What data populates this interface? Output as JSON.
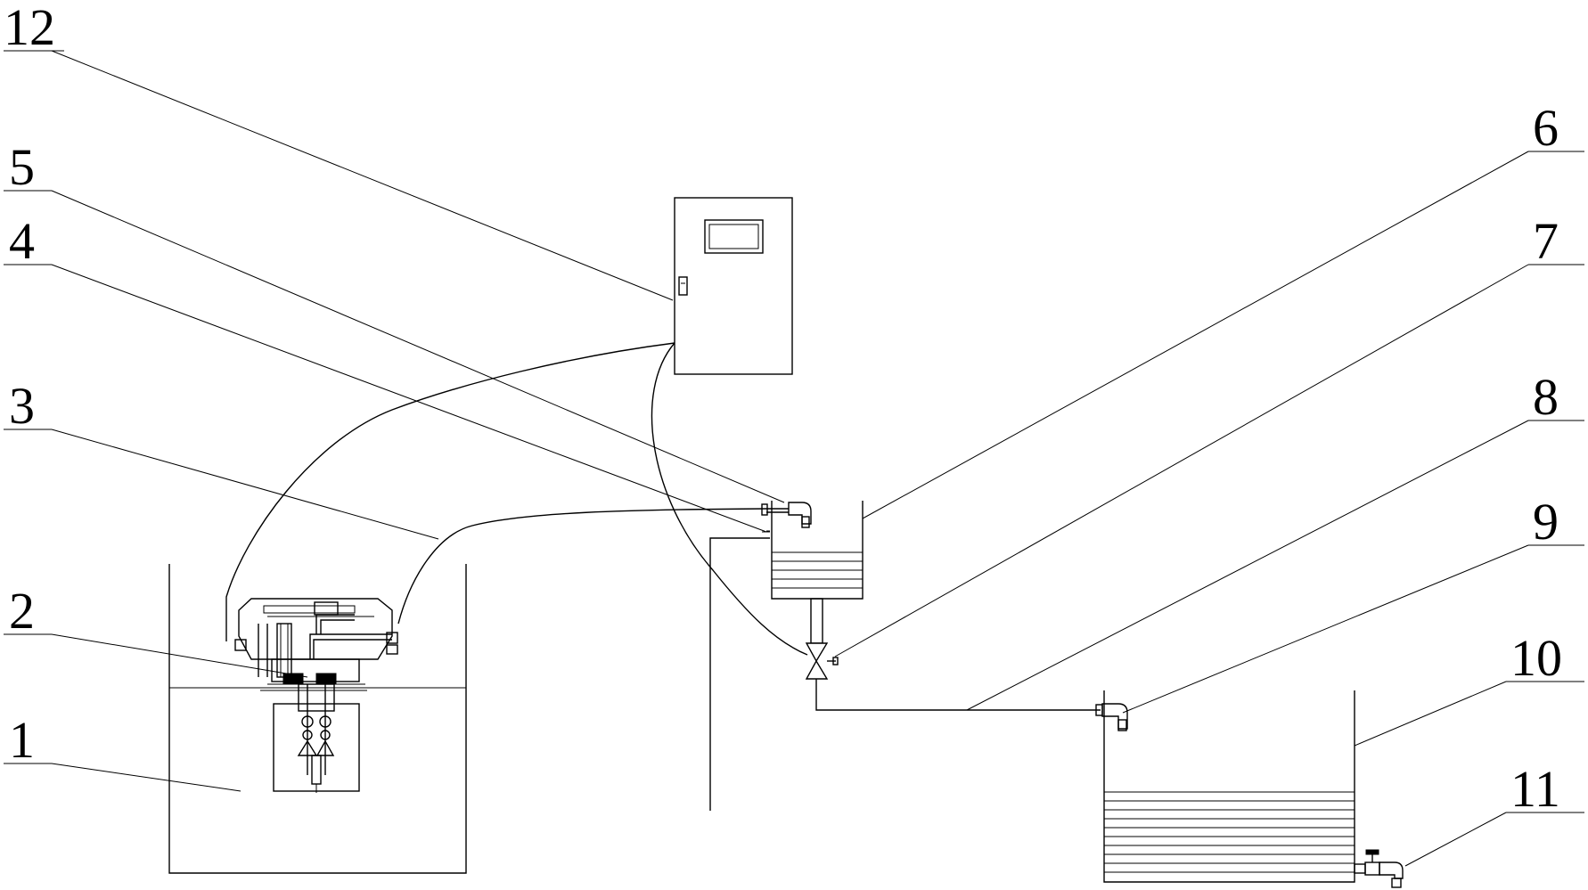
{
  "labels": {
    "n1": "1",
    "n2": "2",
    "n3": "3",
    "n4": "4",
    "n5": "5",
    "n6": "6",
    "n7": "7",
    "n8": "8",
    "n9": "9",
    "n10": "10",
    "n11": "11",
    "n12": "12"
  },
  "colors": {
    "ink": "#000000",
    "paper": "#ffffff"
  }
}
